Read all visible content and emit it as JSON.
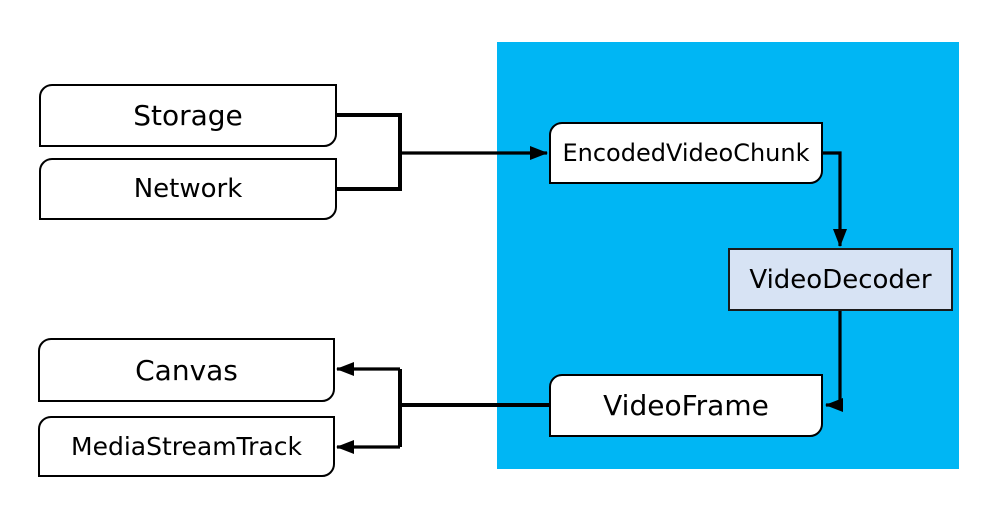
{
  "nodes": {
    "storage": {
      "label": "Storage"
    },
    "network": {
      "label": "Network"
    },
    "encoded_video_chunk": {
      "label": "EncodedVideoChunk"
    },
    "video_decoder": {
      "label": "VideoDecoder"
    },
    "video_frame": {
      "label": "VideoFrame"
    },
    "canvas": {
      "label": "Canvas"
    },
    "media_stream_track": {
      "label": "MediaStreamTrack"
    }
  },
  "edges": [
    {
      "from": "storage",
      "to": "encoded_video_chunk"
    },
    {
      "from": "network",
      "to": "encoded_video_chunk"
    },
    {
      "from": "encoded_video_chunk",
      "to": "video_decoder"
    },
    {
      "from": "video_decoder",
      "to": "video_frame"
    },
    {
      "from": "video_frame",
      "to": "canvas"
    },
    {
      "from": "video_frame",
      "to": "media_stream_track"
    }
  ],
  "colors": {
    "region_fill": "#00b6f4",
    "node_fill": "#ffffff",
    "node_border": "#000000",
    "video_decoder_fill": "#d7e3f4",
    "video_decoder_border": "#1a1a1a",
    "connector": "#000000",
    "text": "#000000",
    "page_background": "#ffffff"
  }
}
